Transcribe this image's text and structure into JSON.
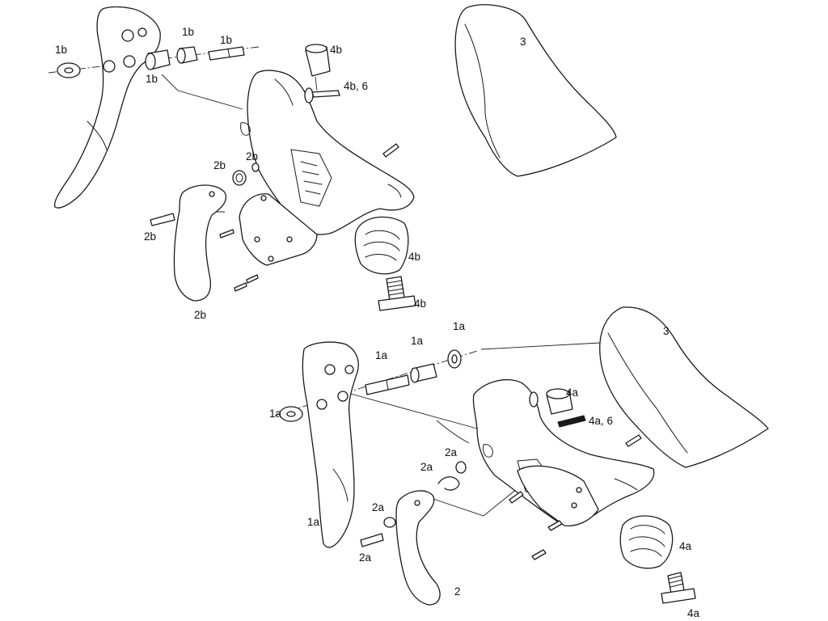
{
  "callouts": {
    "upper": {
      "c1b_left": "1b",
      "c1b_bushing": "1b",
      "c1b_washer": "1b",
      "c1b_pin": "1b",
      "c4b_cap": "4b",
      "c4b6": "4b, 6",
      "c3": "3",
      "c2b_spring": "2b",
      "c2b_washer": "2b",
      "c2b_pin": "2b",
      "c2b_lever": "2b",
      "c4b_clamp": "4b",
      "c4b_bolt": "4b"
    },
    "lower": {
      "c1a_washer": "1a",
      "c1a_pin": "1a",
      "c1a_bushing": "1a",
      "c1a_left": "1a",
      "c1a_lever": "1a",
      "c3": "3",
      "c4a_cap": "4a",
      "c4a6": "4a, 6",
      "c2a_washer": "2a",
      "c2a_spring": "2a",
      "c2a_small": "2a",
      "c2a_pin": "2a",
      "c2": "2",
      "c4a_clamp": "4a",
      "c4a_bolt": "4a"
    }
  }
}
